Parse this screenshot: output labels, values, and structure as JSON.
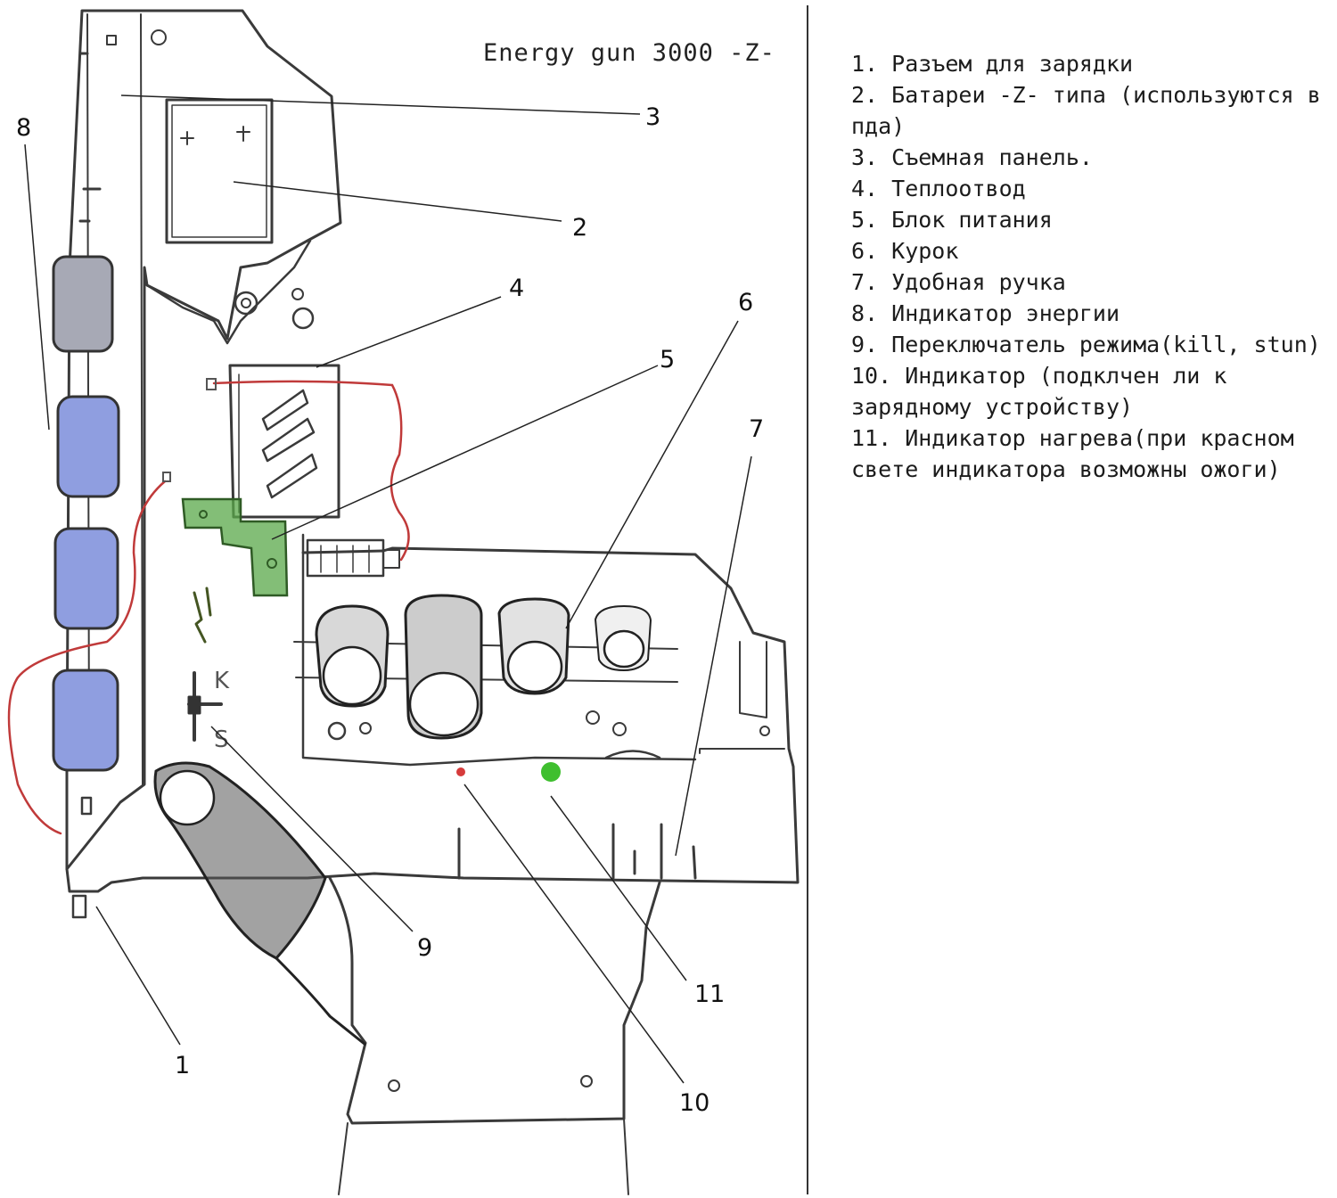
{
  "title": "Energy gun 3000 -Z-",
  "callout_numbers": {
    "n1": "1",
    "n2": "2",
    "n3": "3",
    "n4": "4",
    "n5": "5",
    "n6": "6",
    "n7": "7",
    "n8": "8",
    "n9": "9",
    "n10": "10",
    "n11": "11"
  },
  "mode_labels": {
    "kill": "K",
    "stun": "S"
  },
  "legend": [
    "1. Разъем для зарядки",
    "2. Батареи -Z- типа (используются в пда)",
    "3. Съемная панель.",
    "4. Теплоотвод",
    "5. Блок питания",
    "6. Курок",
    "7. Удобная ручка",
    "8. Индикатор энергии",
    "9. Переключатель режима(kill, stun)",
    "10. Индикатор (подклчен ли к зарядному устройству)",
    "11. Индикатор нагрева(при красном свете индикатора возможны ожоги)"
  ],
  "colors": {
    "energy_cell_full": "#8f9ee0",
    "energy_cell_empty": "#a7a9b5",
    "power_block": "#5aa84a",
    "wire": "#c03a3a",
    "led_red": "#d63b3b",
    "led_green": "#3fbf2f"
  }
}
